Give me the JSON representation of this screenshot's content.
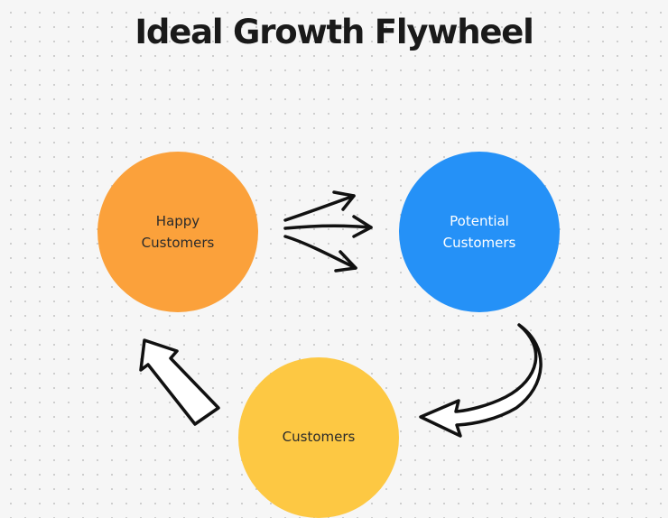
{
  "title": "Ideal Growth Flywheel",
  "nodes": {
    "happy": {
      "label": "Happy\nCustomers",
      "color": "#fba13b",
      "text_color": "#2b2b2b"
    },
    "potential": {
      "label": "Potential\nCustomers",
      "color": "#2591f7",
      "text_color": "#ffffff"
    },
    "customers": {
      "label": "Customers",
      "color": "#fdc843",
      "text_color": "#2b2b2b"
    }
  },
  "arrow_color": "#111111"
}
